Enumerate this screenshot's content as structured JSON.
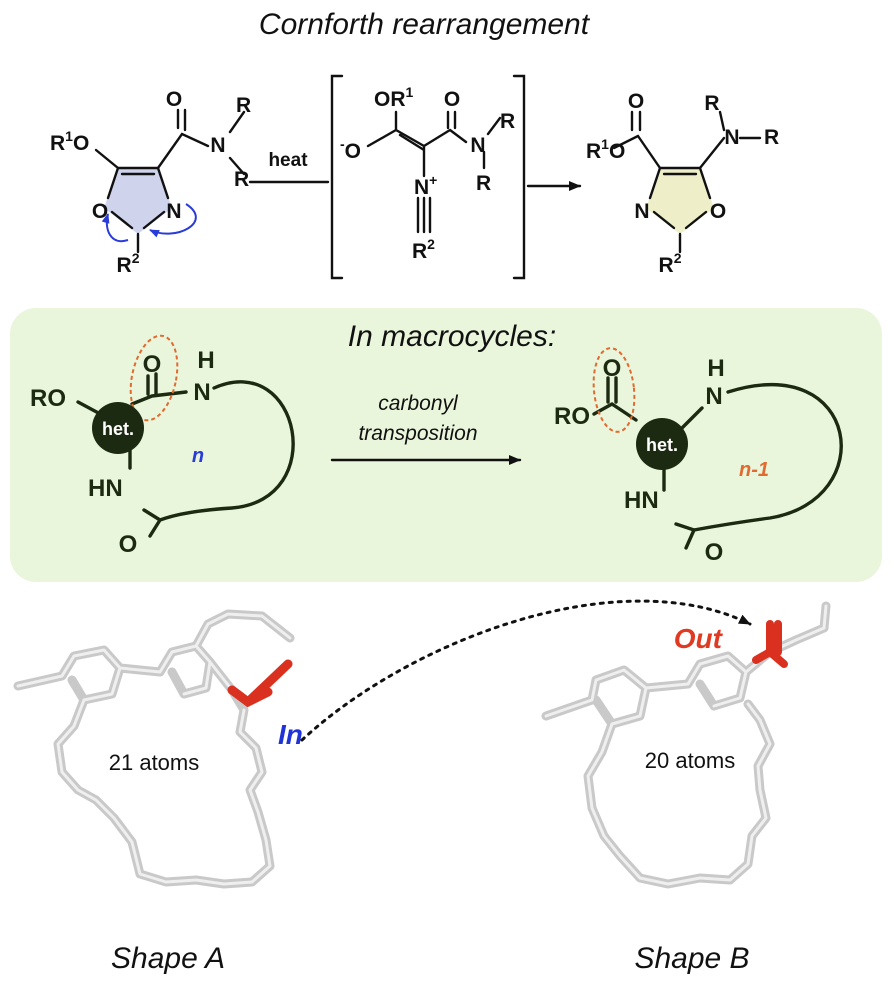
{
  "title": "Cornforth rearrangement",
  "reactant": {
    "r1o": "R",
    "r1o_sup": "1",
    "r1o_tail": "O",
    "o_carbonyl": "O",
    "n_amide": "N",
    "r_top": "R",
    "r_bottom": "R",
    "ring_o": "O",
    "ring_n": "N",
    "r2": "R",
    "r2_sup": "2"
  },
  "reagent": "heat",
  "intermediate": {
    "or1": "OR",
    "or1_sup": "1",
    "o_minus_sup": "-",
    "o_minus": "O",
    "o_carbonyl": "O",
    "n_amide": "N",
    "r_top": "R",
    "r_bottom": "R",
    "n_plus": "N",
    "n_plus_sup": "+",
    "r2": "R",
    "r2_sup": "2"
  },
  "product": {
    "o_carbonyl": "O",
    "r1o": "R",
    "r1o_sup": "1",
    "r1o_tail": "O",
    "n_amine": "N",
    "r_top": "R",
    "r_right": "R",
    "ring_n": "N",
    "ring_o": "O",
    "r2": "R",
    "r2_sup": "2"
  },
  "macrocycle_panel": {
    "heading": "In macrocycles:",
    "left": {
      "ro": "RO",
      "het": "het.",
      "o_top": "O",
      "h": "H",
      "n_top": "N",
      "ring_size": "n",
      "hn": "HN",
      "o_bottom": "O"
    },
    "arrow_label_line1": "carbonyl",
    "arrow_label_line2": "transposition",
    "right": {
      "o_top": "O",
      "ro": "RO",
      "het": "het.",
      "h": "H",
      "n_top": "N",
      "ring_size": "n-1",
      "hn": "HN",
      "o_bottom": "O"
    }
  },
  "structures": {
    "left_atoms": "21 atoms",
    "left_tag": "In",
    "right_atoms": "20 atoms",
    "right_tag": "Out",
    "left_caption": "Shape A",
    "right_caption": "Shape B"
  },
  "colors": {
    "panel_bg": "#e9f6dc",
    "oxazole_fill_reactant": "#cfd3ec",
    "oxazole_fill_product": "#eeefc9",
    "curly_arrow": "#2a3cd8",
    "in_label": "#1f33d6",
    "out_label": "#e03a22",
    "ring_n_left": "#2a3cd8",
    "ring_n_right": "#e06a30",
    "highlight_dashed": "#e06a30",
    "dark_green": "#1d2a12",
    "carbonyl_red": "#d9301f"
  }
}
